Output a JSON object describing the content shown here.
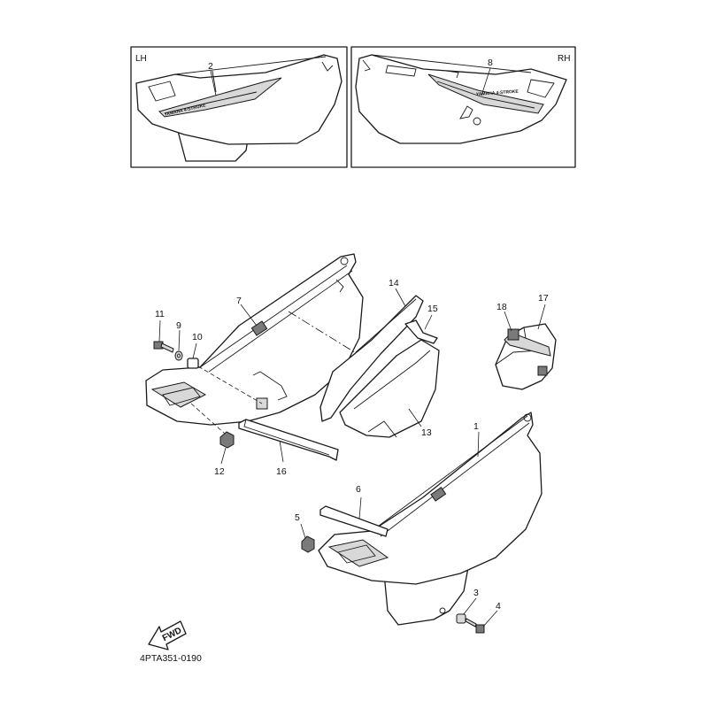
{
  "inset_left": {
    "side": "LH",
    "callout": "2"
  },
  "inset_right": {
    "side": "RH",
    "callout": "8"
  },
  "callouts": {
    "p1": "1",
    "p3": "3",
    "p4": "4",
    "p5": "5",
    "p6": "6",
    "p7": "7",
    "p9": "9",
    "p10": "10",
    "p11": "11",
    "p12": "12",
    "p13": "13",
    "p14": "14",
    "p15": "15",
    "p16": "16",
    "p17": "17",
    "p18": "18"
  },
  "fwd_label": "FWD",
  "diagram_code": "4PTA351-0190",
  "emblem": {
    "text": "YAMAHA 4-STROKE"
  }
}
